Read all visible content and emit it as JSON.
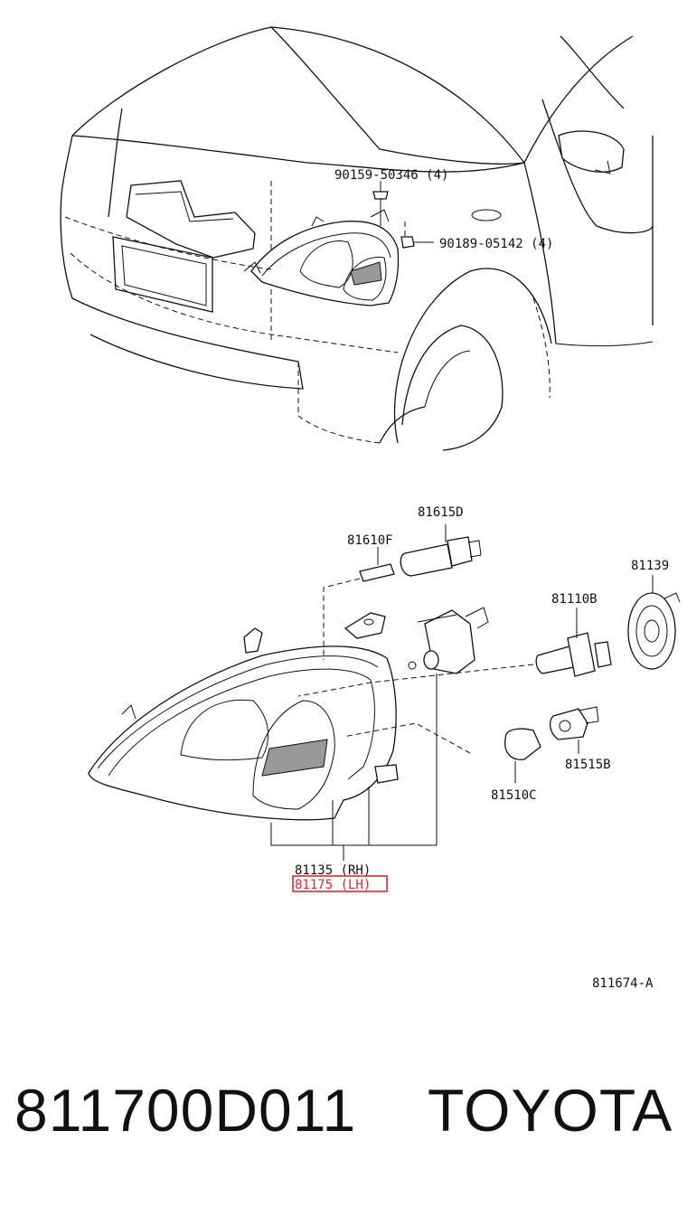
{
  "labels": {
    "screw": "90159-50346 (4)",
    "nut": "90189-05142 (4)",
    "socket_d": "81615D",
    "bulb_f": "81610F",
    "cap": "81139",
    "bulb_b": "81110B",
    "socket_b": "81515B",
    "bulb_c": "81510C",
    "unit_rh": "81135 (RH)",
    "unit_lh": "81175 (LH)",
    "ref_code": "811674-A"
  },
  "highlight_color": "#e0282e",
  "footer": {
    "part_number": "811700D011",
    "brand": "TOYOTA"
  }
}
